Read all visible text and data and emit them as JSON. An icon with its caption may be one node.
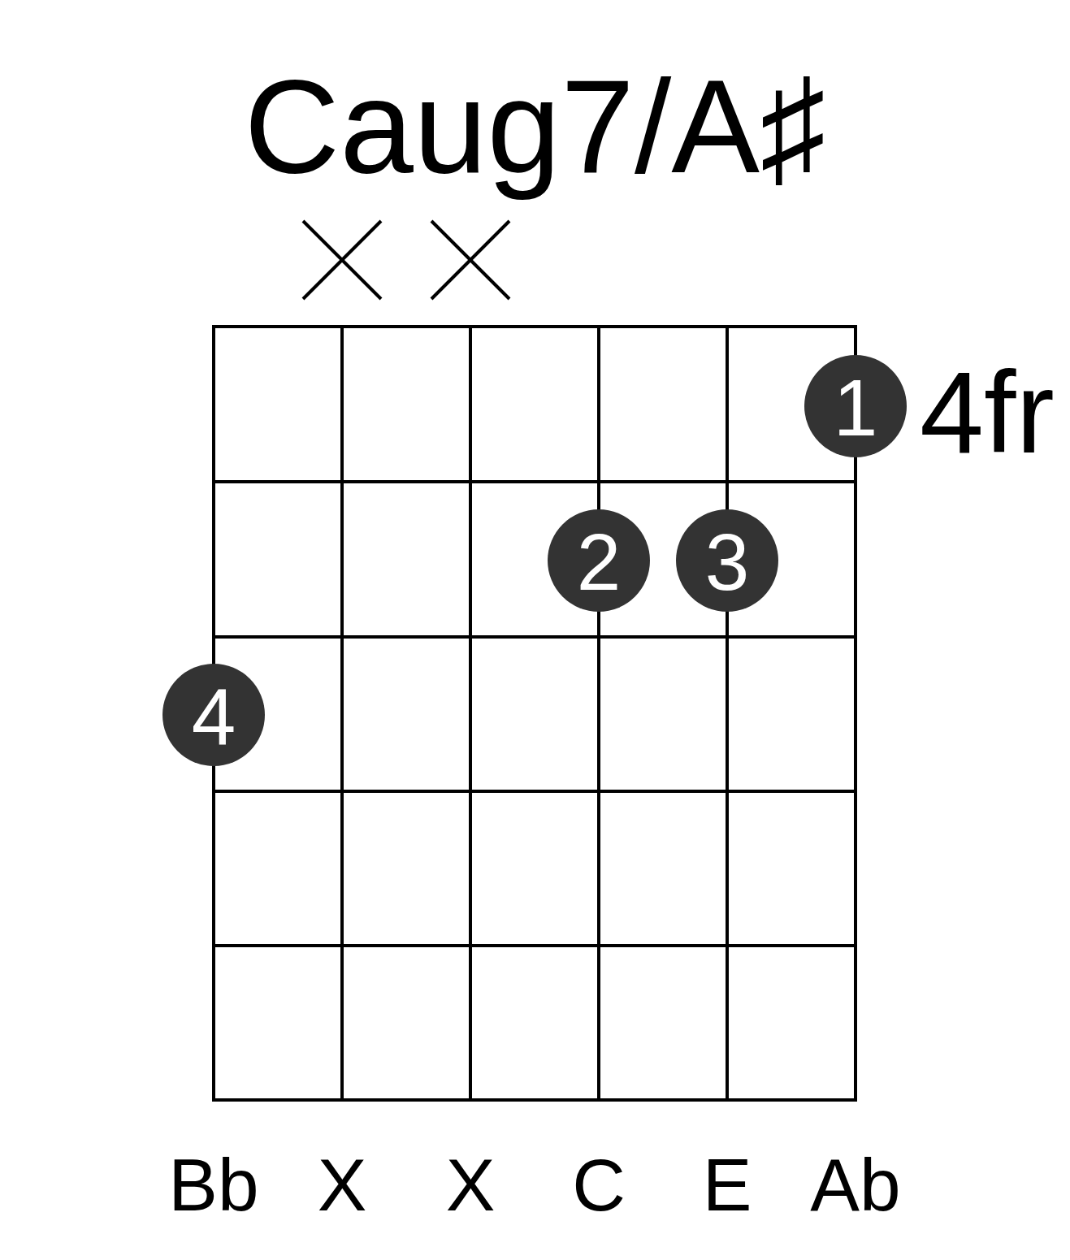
{
  "diagram": {
    "title": "Caug7/A♯",
    "nodes": [
      {
        "text": [
          "1"
        ]
      },
      {
        "text": [
          "2"
        ]
      },
      {
        "text": [
          "3"
        ]
      },
      {
        "text": [
          "4"
        ]
      }
    ],
    "labels": [
      "4fr",
      "Bb",
      "X",
      "X",
      "C",
      "E",
      "Ab"
    ]
  }
}
